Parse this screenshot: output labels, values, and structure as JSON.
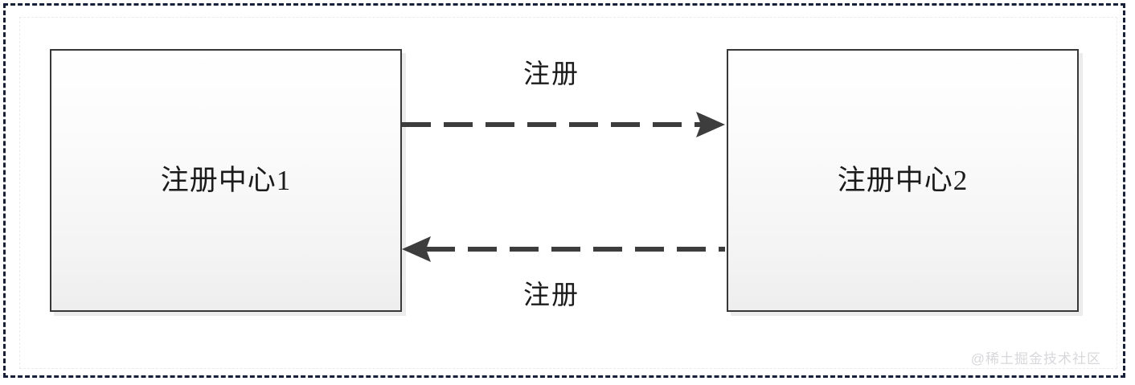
{
  "diagram": {
    "nodes": [
      {
        "id": "registry-1",
        "label": "注册中心1"
      },
      {
        "id": "registry-2",
        "label": "注册中心2"
      }
    ],
    "edges": [
      {
        "id": "edge-top",
        "label": "注册",
        "from": "registry-1",
        "to": "registry-2",
        "direction": "right",
        "style": "dashed"
      },
      {
        "id": "edge-bottom",
        "label": "注册",
        "from": "registry-2",
        "to": "registry-1",
        "direction": "left",
        "style": "dashed"
      }
    ],
    "colors": {
      "frame_border": "#16203c",
      "node_border": "#38383a",
      "connector": "#3d3d3d",
      "text": "#1b1b1b",
      "watermark": "#d8d8dc"
    }
  },
  "watermark": {
    "text": "@稀土掘金技术社区"
  }
}
